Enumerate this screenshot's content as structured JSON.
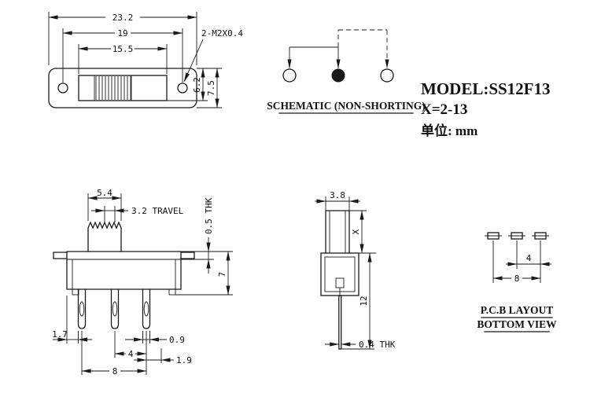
{
  "colors": {
    "ink": "#1a1a1a",
    "paper": "#ffffff"
  },
  "top_view": {
    "dim_overall": "23.2",
    "dim_hole_spacing": "19",
    "dim_slot_length": "15.5",
    "callout_holes": "2-M2X0.4",
    "dim_slot_height": "6.2",
    "dim_total_height": "7.5"
  },
  "schematic": {
    "title": "SCHEMATIC (NON-SHORTING)"
  },
  "info": {
    "model": "MODEL:SS12F13",
    "positions": "X=2-13",
    "units": "单位: mm"
  },
  "front_view": {
    "dim_knob_width": "5.4",
    "dim_travel": "3.2 TRAVEL",
    "dim_frame_thickness": "0.5 THK",
    "dim_body_height": "7",
    "dim_pin_offset": "1.7",
    "dim_pin_width": "0.9",
    "dim_pin_pitch": "4",
    "dim_pin_edge": "1.9",
    "dim_pin_span": "8"
  },
  "side_view": {
    "dim_actuator_width": "3.8",
    "dim_actuator_height": "X",
    "dim_overall_height": "12",
    "dim_pin_thickness": "0.4 THK"
  },
  "pcb_layout": {
    "dim_pad_pitch": "4",
    "dim_pad_span": "8",
    "title": "P.C.B LAYOUT",
    "subtitle": "BOTTOM VIEW"
  }
}
